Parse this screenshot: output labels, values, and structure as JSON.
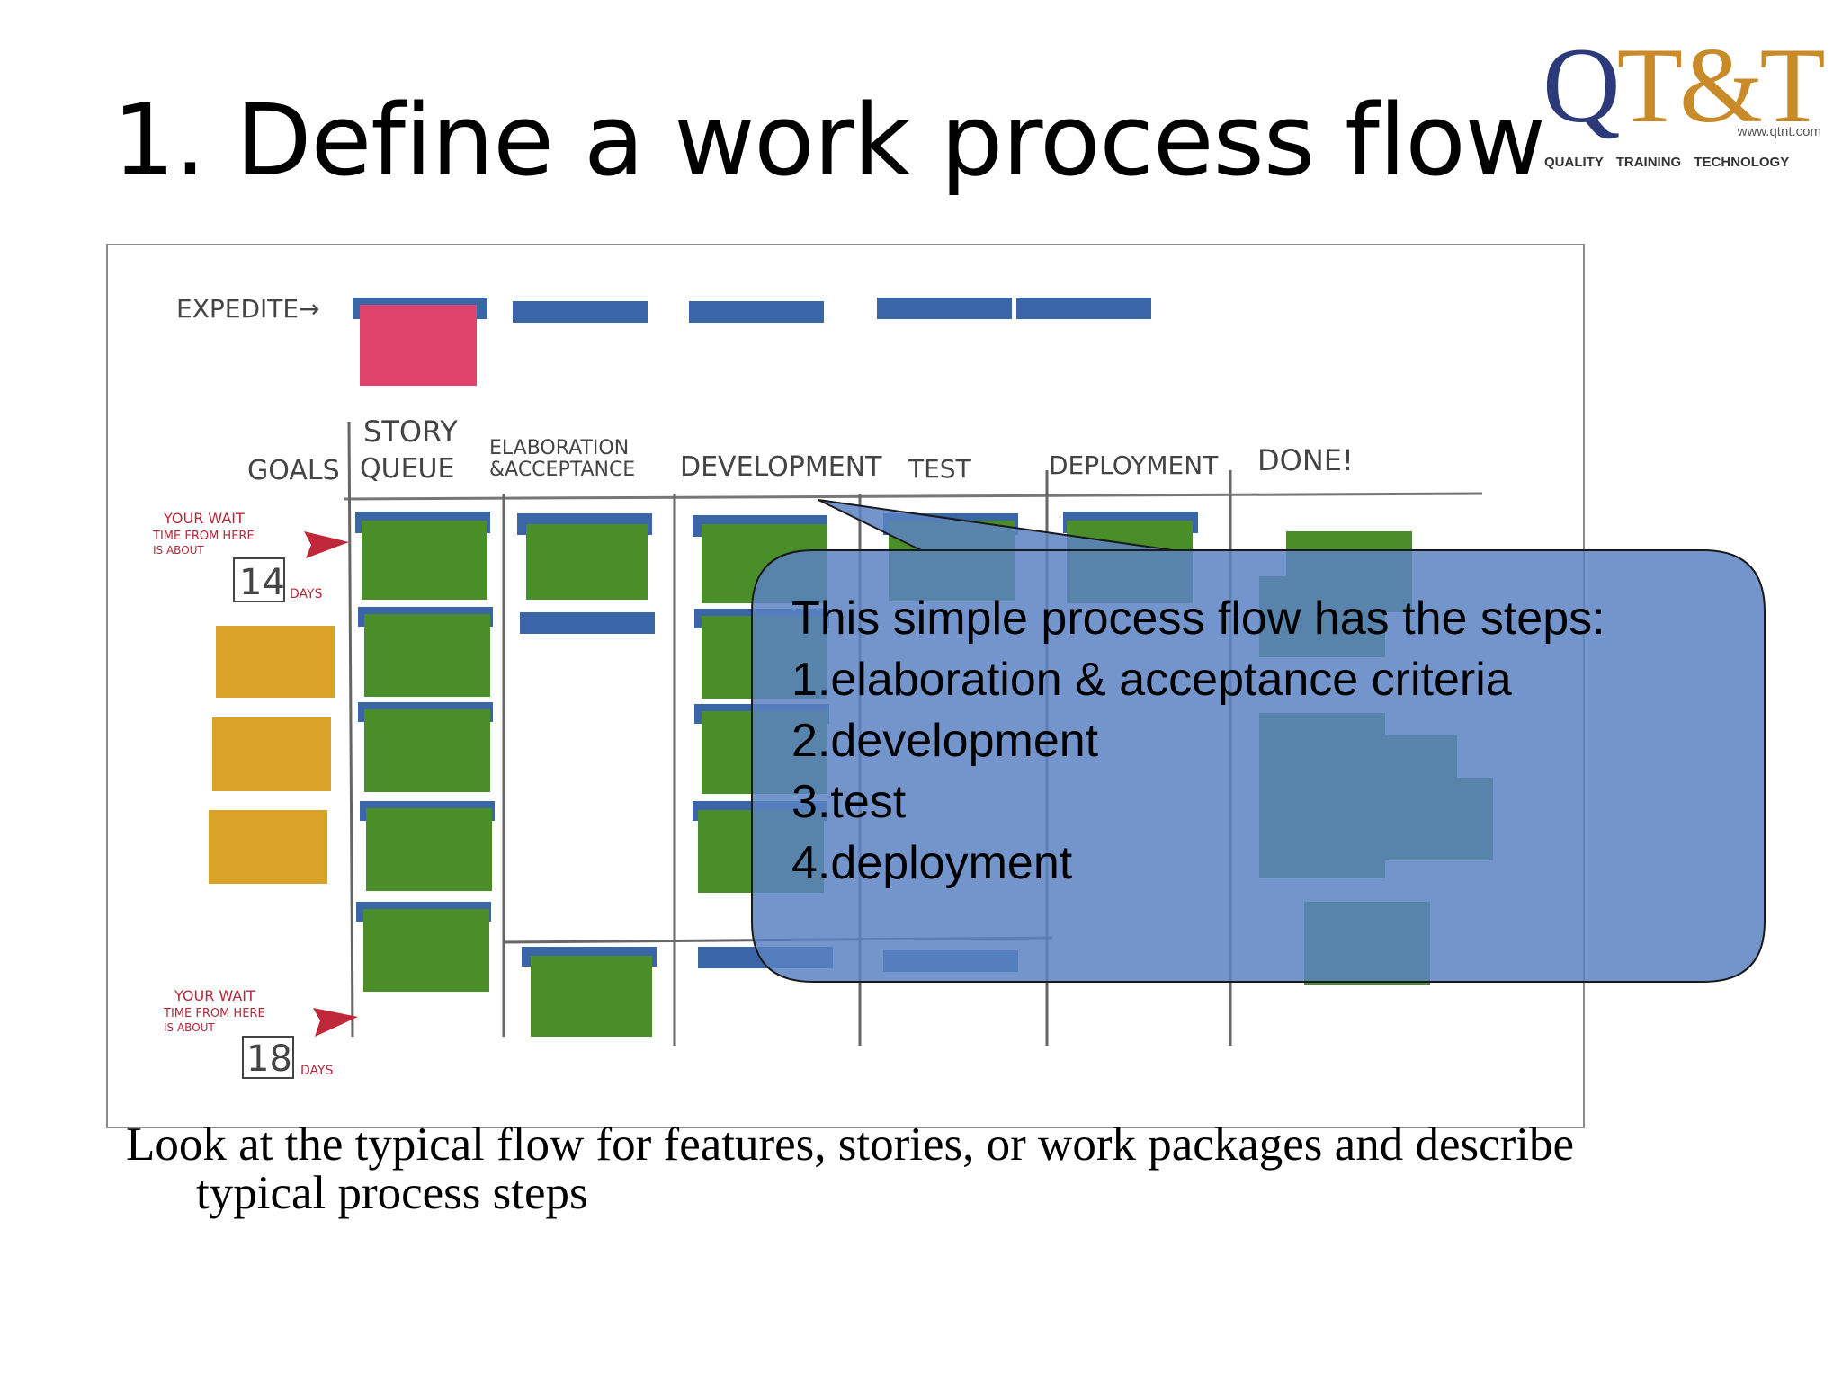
{
  "slide": {
    "title": "1. Define a work process flow",
    "caption": {
      "line1": "Look at the typical flow for features, stories, or work packages and describe",
      "line2": "typical process steps"
    }
  },
  "logo": {
    "mark_q": "Q",
    "mark_rest": "T&T",
    "url": "www.qtnt.com",
    "tagline": "QUALITY TRAINING TECHNOLOGY",
    "colors": {
      "q": "#2c3a7a",
      "rest": "#c98a2a"
    }
  },
  "board": {
    "expedite_label": "EXPEDITE→",
    "columns": [
      "GOALS",
      "STORY QUEUE",
      "ELABORATION & ACCEPTANCE",
      "DEVELOPMENT",
      "TEST",
      "DEPLOYMENT",
      "DONE!"
    ],
    "column_lines": {
      "story": [
        "STORY",
        "QUEUE"
      ],
      "elab": [
        "ELABORATION",
        "&ACCEPTANCE"
      ]
    },
    "wait_top": {
      "line1": "YOUR WAIT",
      "line2": "TIME FROM HERE",
      "line3": "IS ABOUT",
      "days": "14",
      "unit": "DAYS"
    },
    "wait_bottom": {
      "line1": "YOUR WAIT",
      "line2": "TIME FROM HERE",
      "line3": "IS ABOUT",
      "days": "18",
      "unit": "DAYS"
    },
    "colors": {
      "blue": "#3a66a8",
      "green": "#4a8e2a",
      "yellow": "#d8a326",
      "pink": "#e0436c",
      "red": "#b5283a"
    }
  },
  "callout": {
    "heading": "This simple process flow has the steps:",
    "steps": [
      "1.elaboration & acceptance criteria",
      "2.development",
      "3.test",
      "4.deployment"
    ],
    "fill": "#5a83c2"
  }
}
